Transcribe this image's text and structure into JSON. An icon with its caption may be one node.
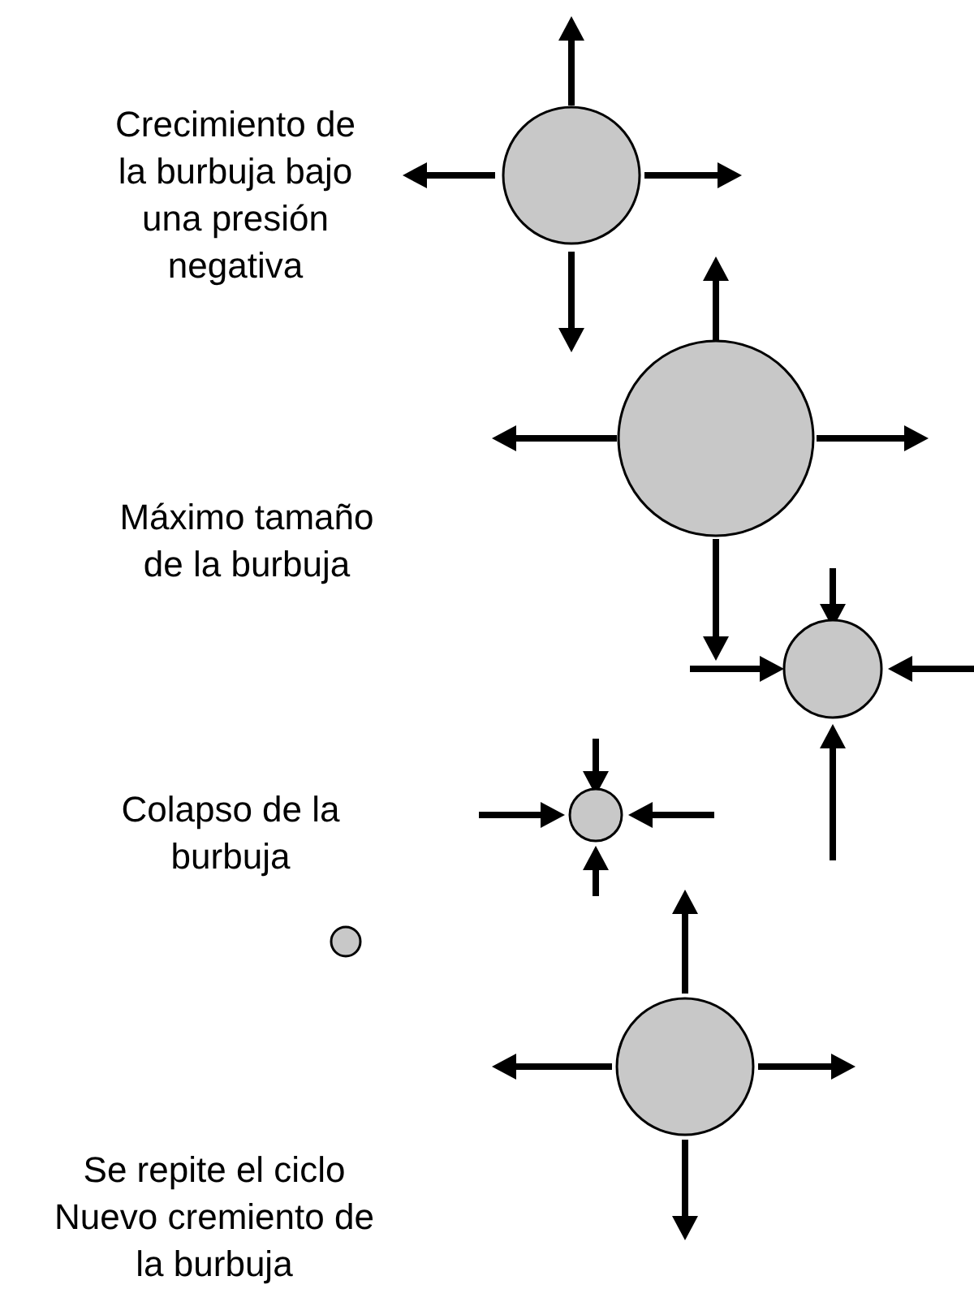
{
  "diagram": {
    "nodes": [
      {
        "text": [],
        "shape": "circle"
      },
      {
        "text": [],
        "shape": "circle"
      },
      {
        "text": [],
        "shape": "circle"
      },
      {
        "text": [],
        "shape": "circle"
      },
      {
        "text": [],
        "shape": "circle"
      },
      {
        "text": [],
        "shape": "circle"
      }
    ],
    "labels": [
      "Crecimiento de la burbuja bajo una presión negativa",
      "Máximo tamaño de la burbuja",
      "Colapso de la burbuja",
      "Se repite el ciclo",
      "Nuevo cremiento de la burbuja"
    ]
  }
}
